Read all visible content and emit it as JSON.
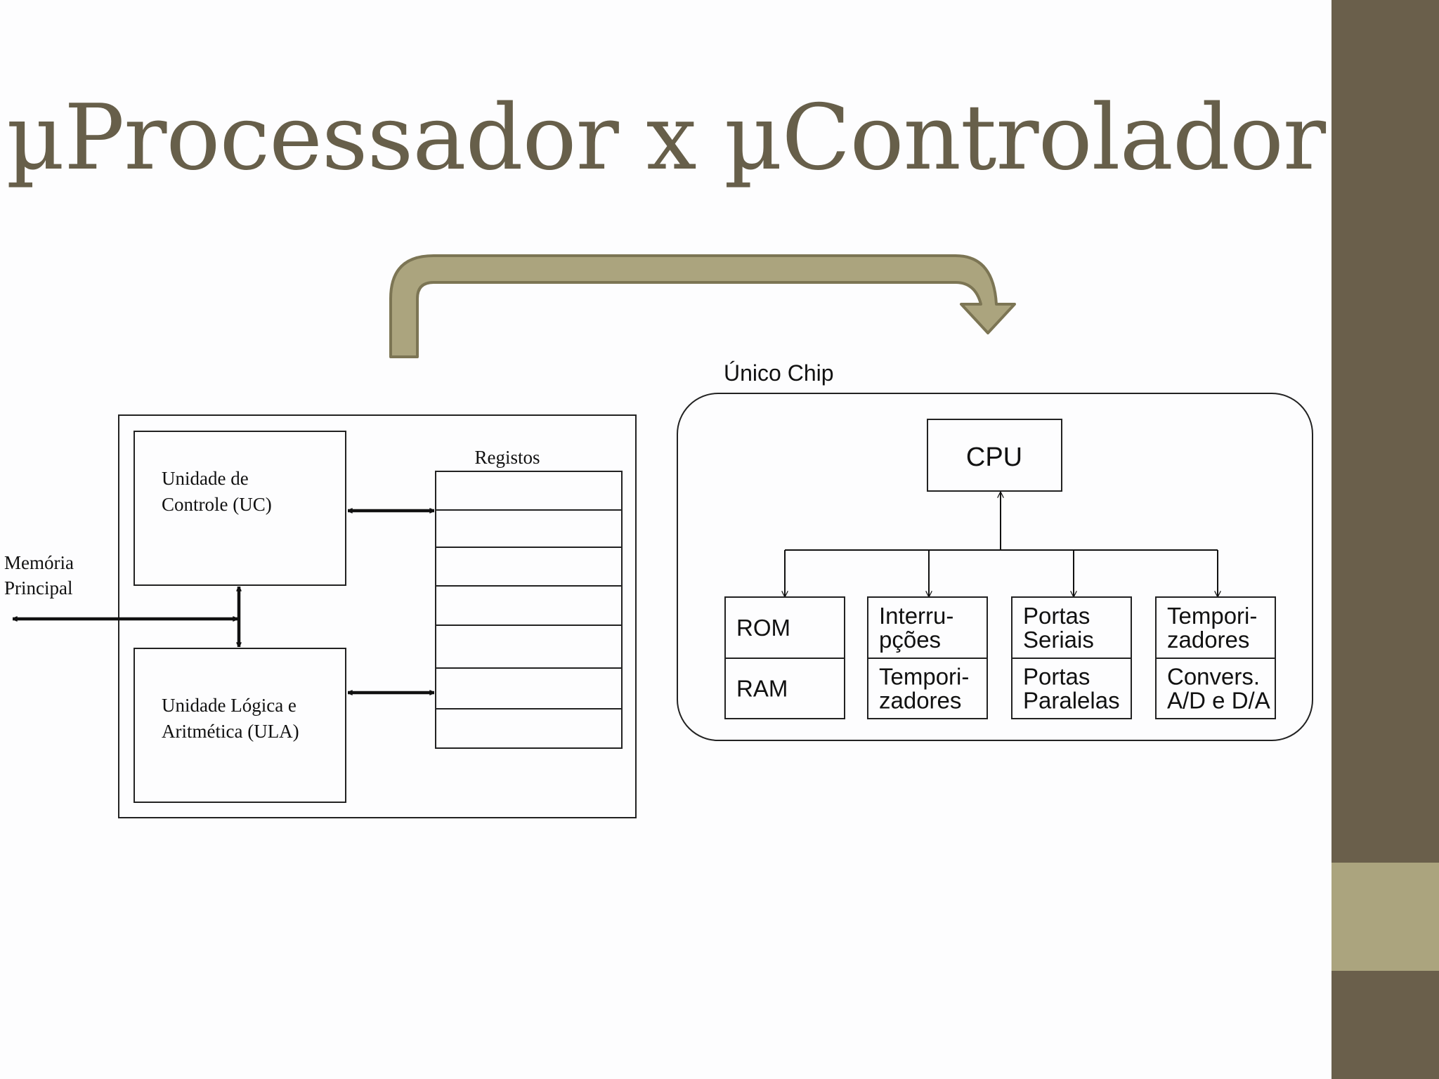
{
  "slide": {
    "title": "µProcessador x µControlador"
  },
  "colors": {
    "title": "#675f4a",
    "bar_dark": "#6a5f4b",
    "bar_light": "#aba47e",
    "arrow_fill": "#aba47e",
    "arrow_stroke": "#7c7554"
  },
  "microprocessor": {
    "uc_label_line1": "Unidade de",
    "uc_label_line2": "Controle (UC)",
    "ula_label_line1": "Unidade Lógica e",
    "ula_label_line2": "Aritmética (ULA)",
    "registers_label": "Registos",
    "memory_label_line1": "Memória",
    "memory_label_line2": "Principal"
  },
  "microcontroller": {
    "chip_label": "Único Chip",
    "cpu_label": "CPU",
    "modules": [
      {
        "top": [
          "ROM"
        ],
        "bottom": [
          "RAM"
        ]
      },
      {
        "top": [
          "Interru-",
          "pções"
        ],
        "bottom": [
          "Tempori-",
          "zadores"
        ]
      },
      {
        "top": [
          "Portas",
          "Seriais"
        ],
        "bottom": [
          "Portas",
          "Paralelas"
        ]
      },
      {
        "top": [
          "Tempori-",
          "zadores"
        ],
        "bottom": [
          "Convers.",
          "A/D e D/A"
        ]
      }
    ]
  }
}
